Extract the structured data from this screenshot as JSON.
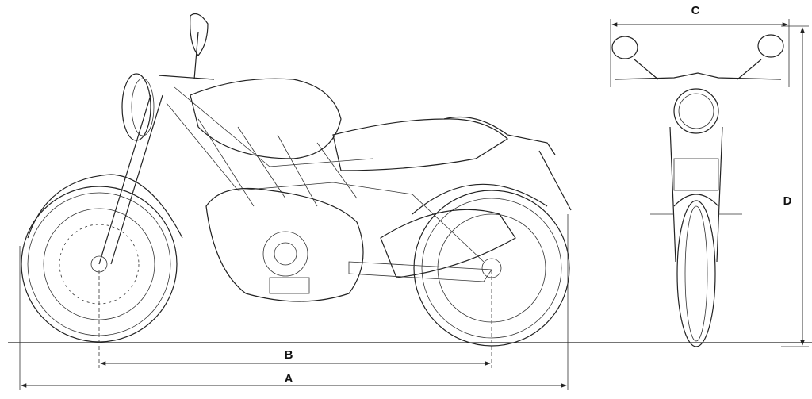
{
  "diagram": {
    "subject": "motorcycle",
    "dimension_labels": {
      "overall_length": "A",
      "wheelbase": "B",
      "handlebar_width": "C",
      "overall_height": "D"
    },
    "colors": {
      "line": "#222222",
      "background": "#ffffff"
    }
  }
}
